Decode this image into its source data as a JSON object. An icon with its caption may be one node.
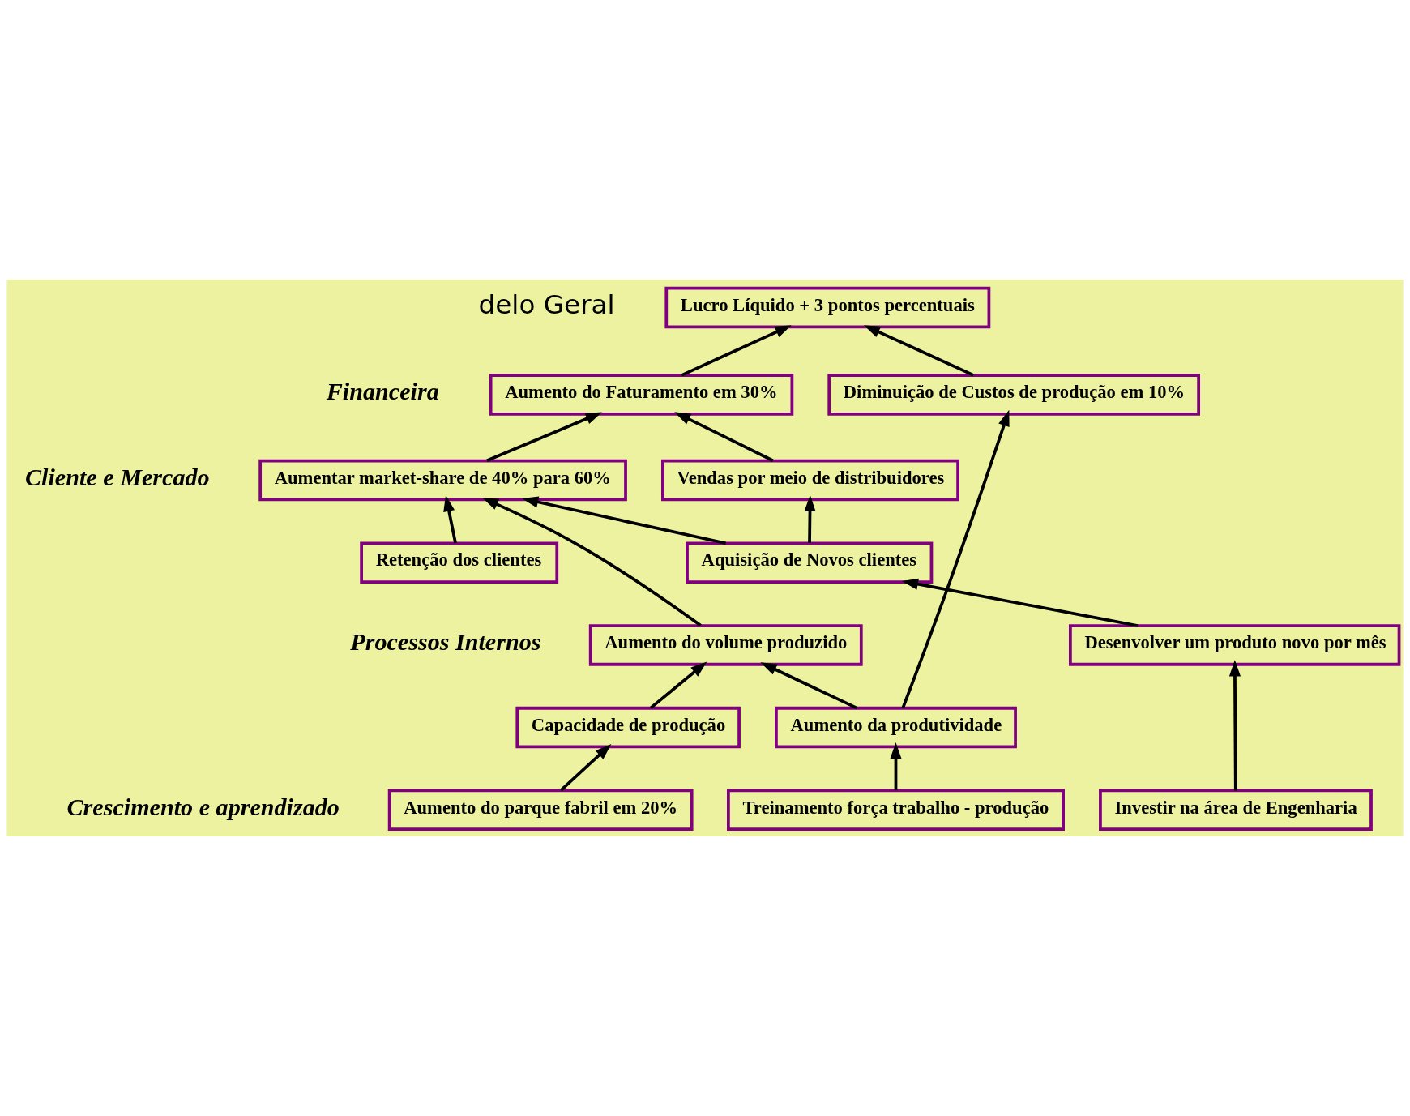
{
  "diagram": {
    "nodes": [
      {
        "text": [
          "Lucro Líquido + 3 pontos percentuais"
        ]
      },
      {
        "text": [
          "Aumento do Faturamento em 30%"
        ]
      },
      {
        "text": [
          "Diminuição de Custos de produção em 10%"
        ]
      },
      {
        "text": [
          "Aumentar market-share de 40% para 60%"
        ]
      },
      {
        "text": [
          "Vendas por meio de distribuidores"
        ]
      },
      {
        "text": [
          "Retenção dos clientes"
        ]
      },
      {
        "text": [
          "Aquisição de Novos clientes"
        ]
      },
      {
        "text": [
          "Aumento do volume produzido"
        ]
      },
      {
        "text": [
          "Desenvolver um produto novo por mês"
        ]
      },
      {
        "text": [
          "Capacidade de produção"
        ]
      },
      {
        "text": [
          "Aumento da produtividade"
        ]
      },
      {
        "text": [
          "Investir na área de Engenharia"
        ]
      },
      {
        "text": [
          "Aumento do parque fabril em 20%"
        ]
      },
      {
        "text": [
          "Treinamento força trabalho - produção"
        ]
      }
    ],
    "edges": [
      {
        "from": 1,
        "to": 0,
        "arrow": "to"
      },
      {
        "from": 2,
        "to": 0,
        "arrow": "to"
      },
      {
        "from": 4,
        "to": 1,
        "arrow": "to"
      },
      {
        "from": 3,
        "to": 1,
        "arrow": "to"
      },
      {
        "from": 5,
        "to": 3,
        "arrow": "to"
      },
      {
        "from": 7,
        "to": 3,
        "arrow": "to"
      },
      {
        "from": 6,
        "to": 3,
        "arrow": "to"
      },
      {
        "from": 6,
        "to": 4,
        "arrow": "to"
      },
      {
        "from": 10,
        "to": 2,
        "arrow": "to"
      },
      {
        "from": 8,
        "to": 6,
        "arrow": "to"
      },
      {
        "from": 9,
        "to": 7,
        "arrow": "to"
      },
      {
        "from": 10,
        "to": 7,
        "arrow": "to"
      },
      {
        "from": 12,
        "to": 9,
        "arrow": "to"
      },
      {
        "from": 13,
        "to": 10,
        "arrow": "to"
      },
      {
        "from": 11,
        "to": 8,
        "arrow": "to"
      }
    ],
    "labels": [
      "delo Geral",
      "Financeira",
      "Cliente e Mercado",
      "Processos Internos",
      "Crescimento e aprendizado"
    ]
  }
}
